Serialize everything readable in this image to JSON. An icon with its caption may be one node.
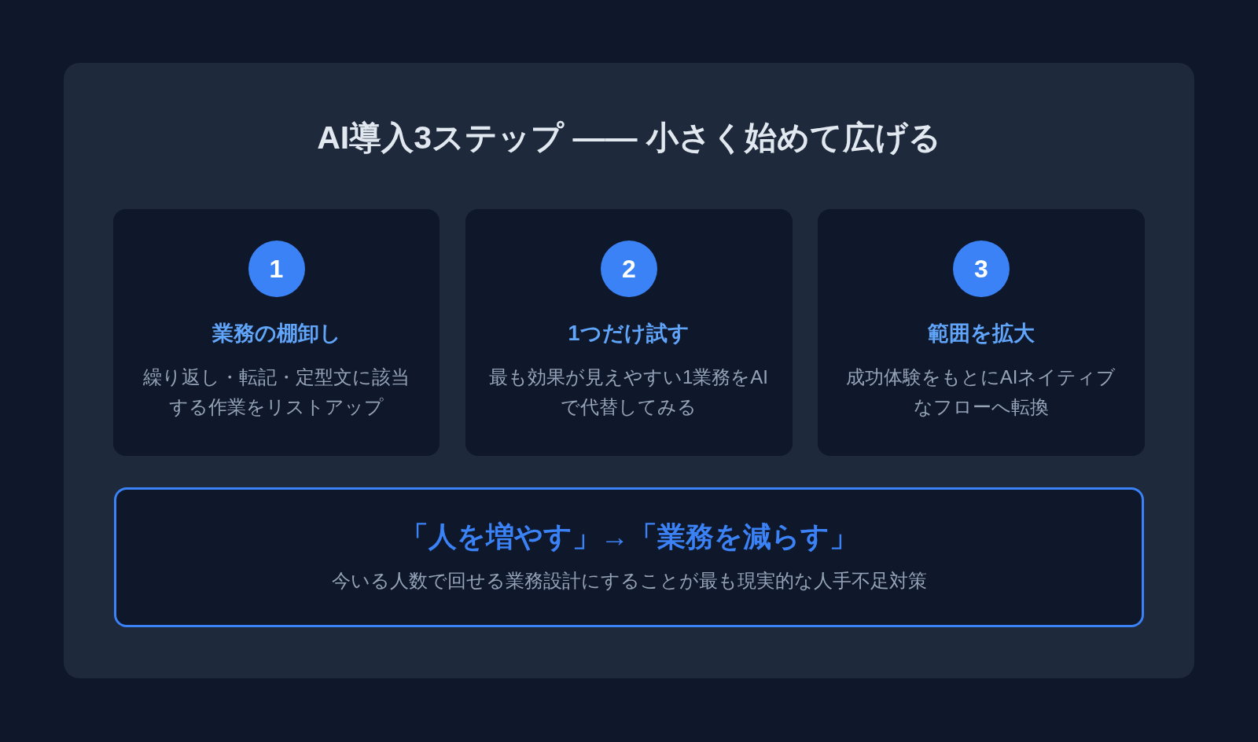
{
  "diagram": {
    "title": "AI導入3ステップ —— 小さく始めて広げる",
    "nodes": [
      {
        "text": [
          "業務の棚卸し",
          "繰り返し・転記・定型文に該当する作業をリストアップ"
        ]
      },
      {
        "text": [
          "1"
        ],
        "in": 0
      },
      {
        "text": [
          "1つだけ試す",
          "最も効果が見えやすい1業務をAIで代替してみる"
        ]
      },
      {
        "text": [
          "2"
        ],
        "in": 2
      },
      {
        "text": [
          "範囲を拡大",
          "成功体験をもとにAIネイティブなフローへ転換"
        ]
      },
      {
        "text": [
          "3"
        ],
        "in": 4
      },
      {
        "text": [
          "「人を増やす」→「業務を減らす」",
          "今いる人数で回せる業務設計にすることが最も現実的な人手不足対策"
        ]
      }
    ]
  }
}
